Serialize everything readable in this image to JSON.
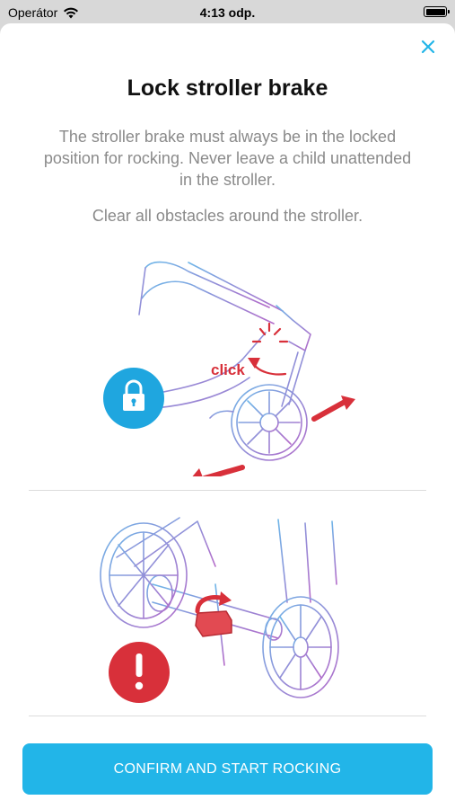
{
  "status_bar": {
    "carrier": "Operátor",
    "time": "4:13 odp."
  },
  "sheet": {
    "title": "Lock stroller brake",
    "description": "The stroller brake must always be in the locked position for rocking. Never leave a child unattended in the stroller.",
    "note": "Clear all obstacles around the stroller.",
    "illustration_top": {
      "caption": "click",
      "badge_icon": "lock-icon",
      "badge_color": "#1fa6df"
    },
    "illustration_bottom": {
      "badge_icon": "exclamation-icon",
      "badge_color": "#d8303a"
    },
    "confirm_label": "CONFIRM AND START ROCKING"
  },
  "colors": {
    "accent": "#22b5e8",
    "warning_red": "#d8303a",
    "text_muted": "#8a8a8a"
  }
}
